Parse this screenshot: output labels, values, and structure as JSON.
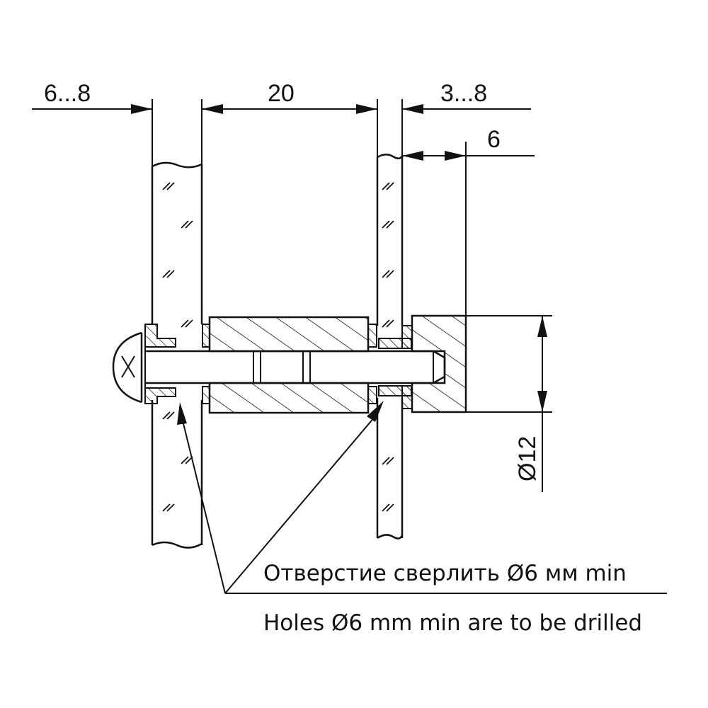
{
  "dimensions": {
    "left_glass_offset": "6...8",
    "spacer_length": "20",
    "right_glass_thickness": "3...8",
    "cap_length": "6",
    "cap_diameter": "Ø12"
  },
  "notes": {
    "russian": "Отверстие сверлить Ø6 мм min",
    "english": "Holes Ø6 mm min are to be drilled"
  },
  "colors": {
    "line": "#111111",
    "background": "#ffffff"
  }
}
